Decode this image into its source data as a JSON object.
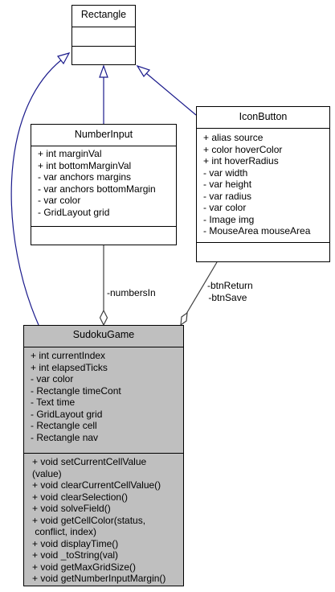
{
  "classes": {
    "rectangle": {
      "name": "Rectangle",
      "attributes": [],
      "methods": []
    },
    "number_input": {
      "name": "NumberInput",
      "attributes": [
        "+ int marginVal",
        "+ int bottomMarginVal",
        "- var anchors margins",
        "- var anchors bottomMargin",
        "- var color",
        "- GridLayout grid"
      ],
      "methods": []
    },
    "icon_button": {
      "name": "IconButton",
      "attributes": [
        "+ alias source",
        "+ color hoverColor",
        "+ int hoverRadius",
        "- var width",
        "- var height",
        "- var radius",
        "- var color",
        "- Image img",
        "- MouseArea mouseArea"
      ],
      "methods": []
    },
    "sudoku_game": {
      "name": "SudokuGame",
      "attributes": [
        "+ int currentIndex",
        "+ int elapsedTicks",
        "- var color",
        "- Rectangle timeCont",
        "- Text time",
        "- GridLayout grid",
        "- Rectangle cell",
        "- Rectangle nav"
      ],
      "methods": [
        "+ void setCurrentCellValue",
        "(value)",
        "+ void clearCurrentCellValue()",
        "+ void clearSelection()",
        "+ void solveField()",
        "+ void getCellColor(status,",
        " conflict, index)",
        "+ void displayTime()",
        "+ void _toString(val)",
        "+ void getMaxGridSize()",
        "+ void getNumberInputMargin()"
      ]
    }
  },
  "edge_labels": {
    "numbers_in": "-numbersIn",
    "btn_return": "-btnReturn",
    "btn_save": " -btnSave"
  }
}
